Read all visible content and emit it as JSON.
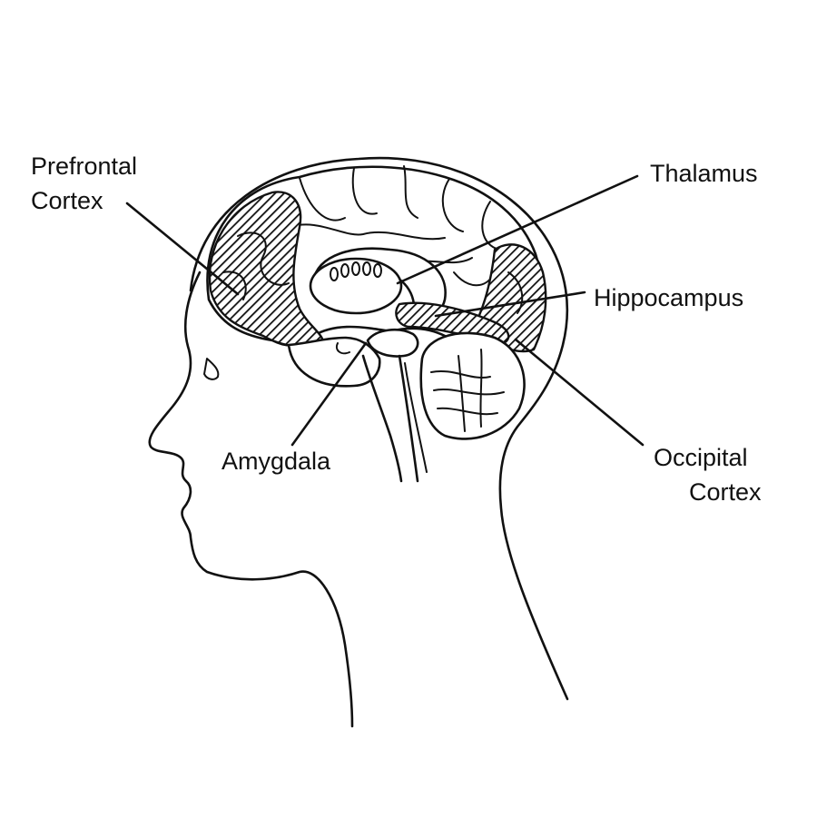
{
  "labels": {
    "prefrontal_1": "Prefrontal",
    "prefrontal_2": "Cortex",
    "thalamus": "Thalamus",
    "hippocampus": "Hippocampus",
    "amygdala": "Amygdala",
    "occipital_1": "Occipital",
    "occipital_2": "Cortex"
  },
  "colors": {
    "ink": "#111111",
    "background": "#ffffff"
  }
}
